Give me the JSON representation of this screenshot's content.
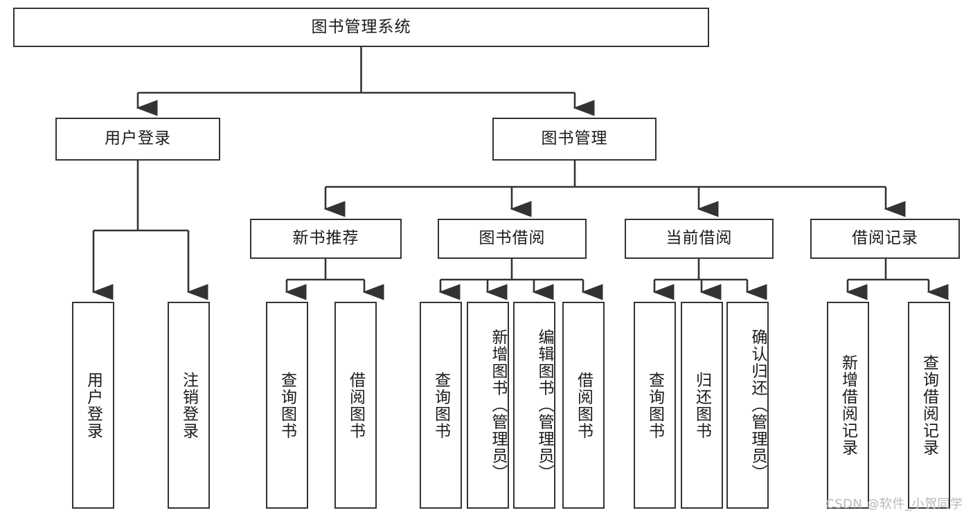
{
  "diagram": {
    "title": "图书管理系统",
    "root": {
      "label": "图书管理系统"
    },
    "level2": [
      {
        "label": "用户登录"
      },
      {
        "label": "图书管理"
      }
    ],
    "level3": [
      {
        "label": "新书推荐"
      },
      {
        "label": "图书借阅"
      },
      {
        "label": "当前借阅"
      },
      {
        "label": "借阅记录"
      }
    ],
    "leaves": {
      "user_login": [
        {
          "label": "用户登录"
        },
        {
          "label": "注销登录"
        }
      ],
      "new_book_recommend": [
        {
          "label": "查询图书"
        },
        {
          "label": "借阅图书"
        }
      ],
      "book_borrow": [
        {
          "label": "查询图书"
        },
        {
          "label": "新增图书（管理员）"
        },
        {
          "label": "编辑图书（管理员）"
        },
        {
          "label": "借阅图书"
        }
      ],
      "current_borrow": [
        {
          "label": "查询图书"
        },
        {
          "label": "归还图书"
        },
        {
          "label": "确认归还（管理员）"
        }
      ],
      "borrow_record": [
        {
          "label": "新增借阅记录"
        },
        {
          "label": "查询借阅记录"
        }
      ]
    }
  },
  "watermark": {
    "text": "CSDN @软件_小贺同学"
  },
  "colors": {
    "stroke": "#333333",
    "text": "#1a1a1a",
    "background": "#ffffff",
    "watermark": "#b8b8b8"
  }
}
